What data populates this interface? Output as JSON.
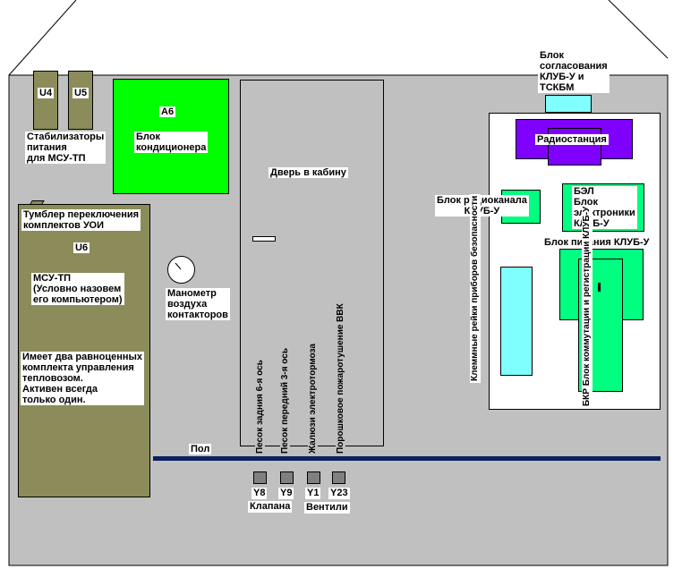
{
  "colors": {
    "cabin_bg": "#c0c0c0",
    "olive": "#8c8c5a",
    "green_bright": "#00ff00",
    "green_med": "#00ff80",
    "cyan_light": "#80ffff",
    "purple": "#8000ff",
    "floor_blue": "#0a2060",
    "valve_gray": "#808080",
    "white": "#ffffff"
  },
  "labels": {
    "u4": "U4",
    "u5": "U5",
    "stabilizers": "Стабилизаторы\nпитания\nдля МСУ-ТП",
    "a6": "A6",
    "ac_block": "Блок\nкондиционера",
    "door": "Дверь в кабину",
    "matching_block": "Блок\nсогласования\nКЛУБ-У и\nТСКБМ",
    "radio": "Радиостанция",
    "radio_channel": "Блок радиоканала\nКЛУБ-У",
    "bel": "БЭЛ\nБлок\nэлектроники\nКЛУБ-У",
    "power_block": "Блок питания КЛУБ-У",
    "terminal_rails": "Клеммные рейки\nприборов безопасности",
    "bkr": "БКР\nБлок коммутации\nи регистрации\nКЛУБ-У",
    "toggle": "Тумблер переключения\nкомплектов УОИ",
    "u6": "U6",
    "msu_tp": "МСУ-ТП\n(Условно назовем\nего компьютером)",
    "msu_note": "Имеет два равноценных\nкомплекта управления\nтепловозом.\nАктивен всегда\nтолько один.",
    "manometer": "Манометр\nвоздуха\nконтакторов",
    "floor": "Пол",
    "sand_rear": "Песок задния 6-я ось",
    "sand_front": "Песок передний 3-я ось",
    "blinds": "Жалюзи электротормоза",
    "powder": "Порошковое пожаротушение ВВК",
    "klapana": "Клапана",
    "ventili": "Вентили"
  },
  "valves": [
    {
      "code": "Y8"
    },
    {
      "code": "Y9"
    },
    {
      "code": "Y1"
    },
    {
      "code": "Y23"
    }
  ]
}
